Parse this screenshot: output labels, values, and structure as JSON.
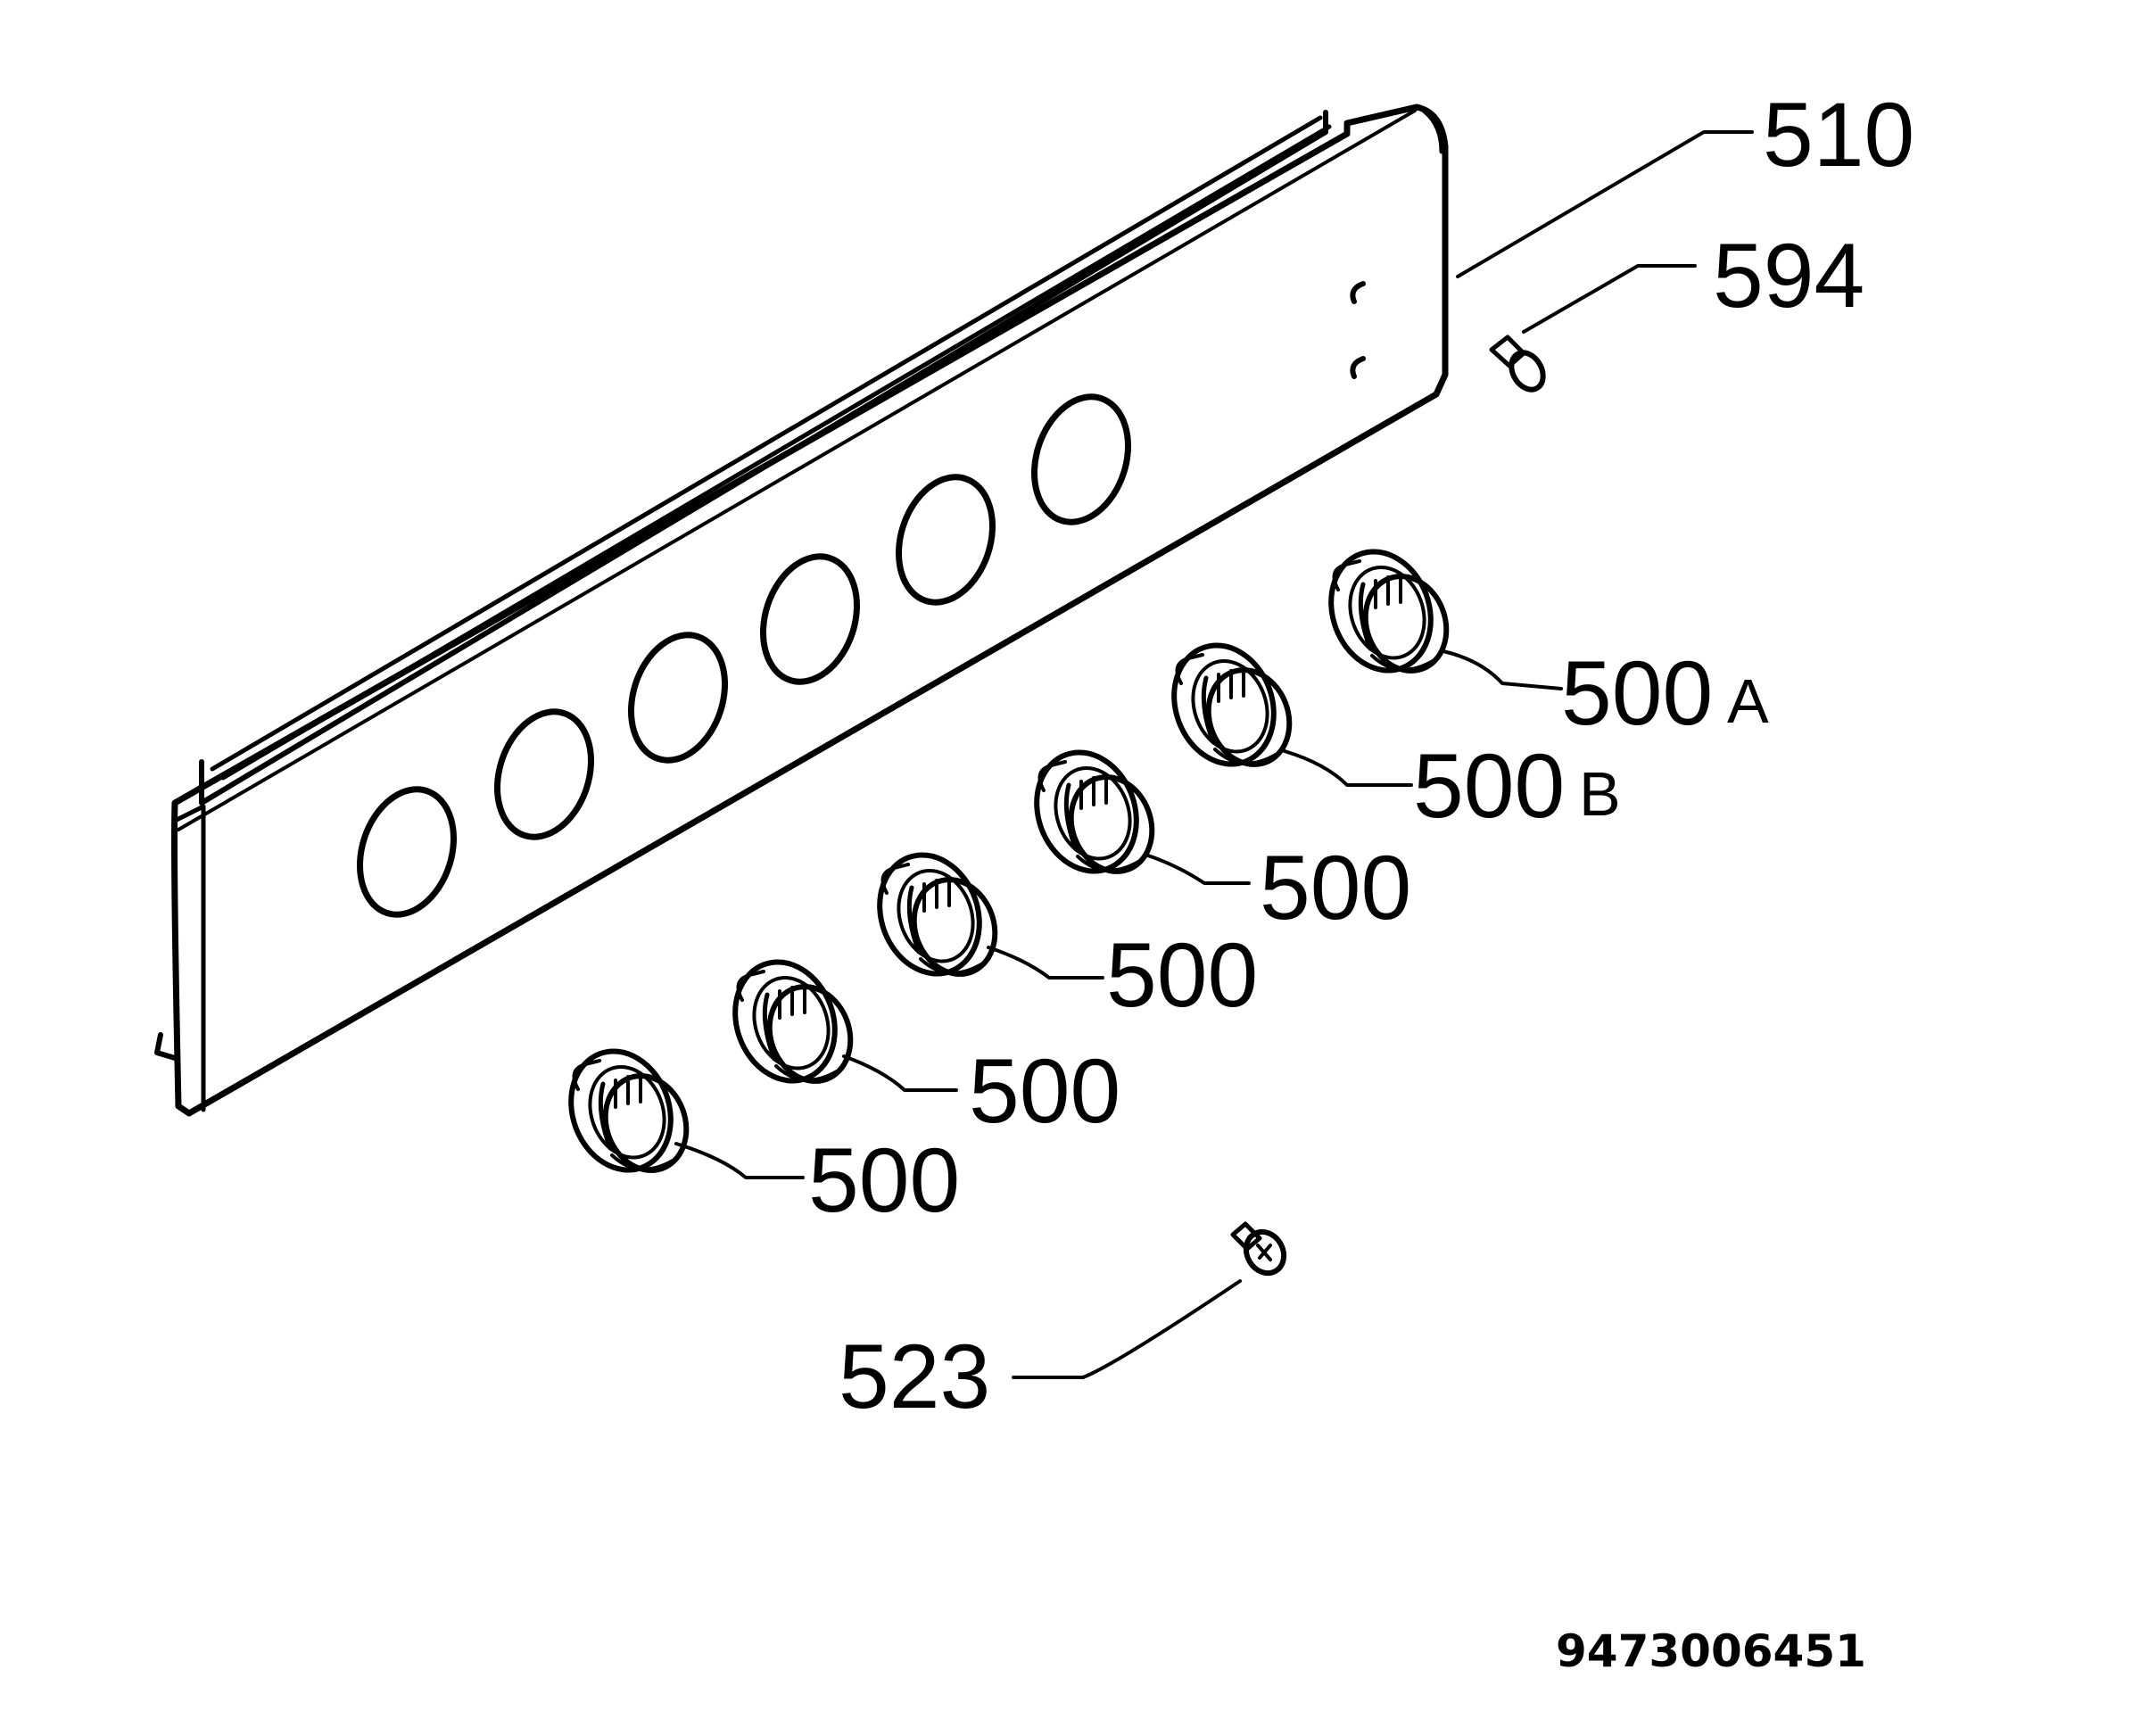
{
  "callouts": {
    "panel": "510",
    "screw_top": "594",
    "screw_bottom": "523",
    "knob_a": "500",
    "knob_a_suffix": "A",
    "knob_b": "500",
    "knob_b_suffix": "B",
    "knob_1": "500",
    "knob_2": "500",
    "knob_3": "500",
    "knob_4": "500"
  },
  "drawing_number": "9473006451"
}
